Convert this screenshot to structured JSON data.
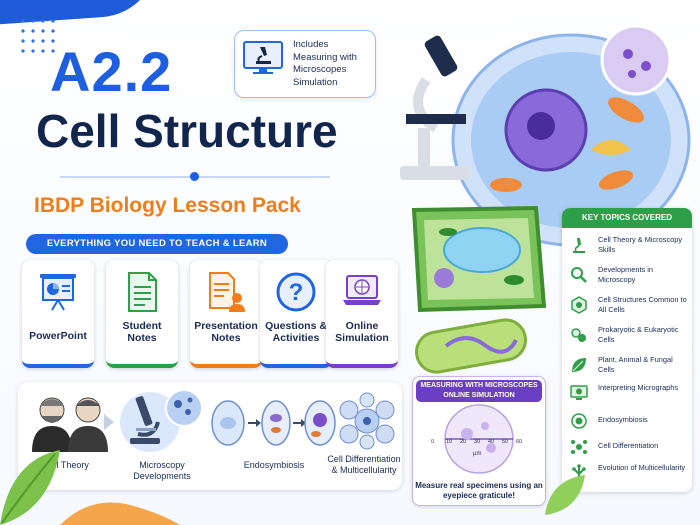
{
  "title": {
    "code": "A2.2",
    "name": "Cell Structure",
    "subtitle": "IBDP Biology Lesson Pack"
  },
  "simulation_badge": {
    "lines": [
      "Includes",
      "Measuring with",
      "Microscopes",
      "Simulation"
    ]
  },
  "banner": "EVERYTHING YOU NEED TO TEACH & LEARN",
  "resources": [
    {
      "label": "PowerPoint",
      "icon": "presentation-icon",
      "color": "#1f66e0"
    },
    {
      "label": "Student Notes",
      "icon": "notes-document-icon",
      "color": "#2e9f48"
    },
    {
      "label": "Presentation Notes",
      "icon": "presenter-notes-icon",
      "color": "#ef7d1a"
    },
    {
      "label": "Questions & Activities",
      "icon": "question-icon",
      "color": "#1f66e0"
    },
    {
      "label": "Online Simulation",
      "icon": "laptop-simulation-icon",
      "color": "#7a3fc9"
    }
  ],
  "timeline": [
    {
      "label": "Cell Theory"
    },
    {
      "label": "Microscopy Developments"
    },
    {
      "label": "Endosymbiosis"
    },
    {
      "label": "Cell Differentiation & Multicellularity"
    }
  ],
  "measuring": {
    "header": "MEASURING WITH MICROSCOPES ONLINE SIMULATION",
    "scale_ticks": [
      "0",
      "10",
      "20",
      "30",
      "40",
      "50",
      "60"
    ],
    "unit": "µm",
    "footer": "Measure real specimens using an eyepiece graticule!"
  },
  "key_topics": {
    "header": "KEY TOPICS COVERED",
    "items": [
      {
        "label": "Cell Theory & Microscopy Skills",
        "icon": "microscope-icon"
      },
      {
        "label": "Developments in Microscopy",
        "icon": "magnifier-icon"
      },
      {
        "label": "Cell Structures Common to All Cells",
        "icon": "cell-hexagon-icon"
      },
      {
        "label": "Prokaryotic & Eukaryotic Cells",
        "icon": "cells-icon"
      },
      {
        "label": "Plant, Animal & Fungal Cells",
        "icon": "leaf-icon"
      },
      {
        "label": "Interpreting Micrographs",
        "icon": "micrograph-icon"
      },
      {
        "label": "Endosymbiosis",
        "icon": "endosymbiosis-icon"
      },
      {
        "label": "Cell Differentiation",
        "icon": "differentiation-icon"
      },
      {
        "label": "Evolution of Multicellularity",
        "icon": "multicellularity-icon"
      }
    ]
  },
  "colors": {
    "primary": "#1d5fe0",
    "navy": "#12264d",
    "orange": "#ef7d1a",
    "green": "#2e9f48",
    "purple": "#6b3fc4"
  }
}
